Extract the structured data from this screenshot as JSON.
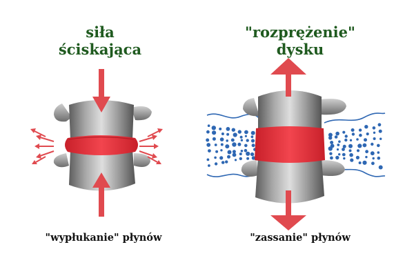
{
  "left": {
    "title": "siła\nściskająca",
    "caption": "\"wypłukanie\" płynów"
  },
  "right": {
    "title": "\"rozprężenie\"\ndysku",
    "caption": "\"zassanie\" płynów"
  },
  "colors": {
    "title": "#1f5a1f",
    "arrow": "#e04a4f",
    "disc": "#ea3640",
    "bone": "#9a9a9a",
    "fluid": "#2e67b3"
  }
}
